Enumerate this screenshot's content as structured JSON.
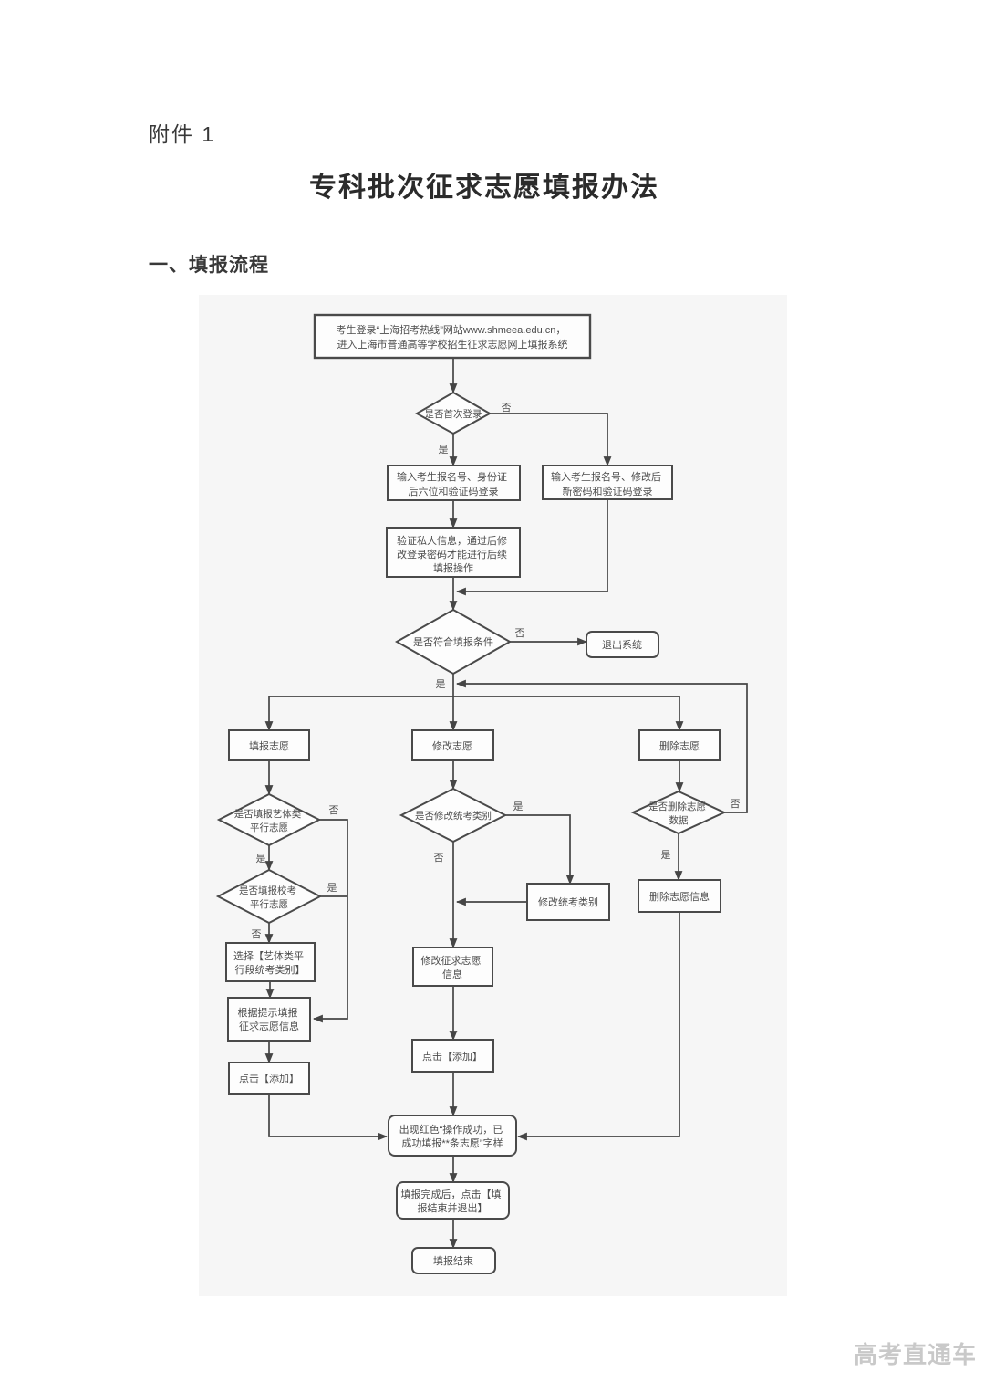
{
  "colors": {
    "page_bg": "#ffffff",
    "panel_bg": "#f6f6f6",
    "line": "#454545",
    "box_border": "#4a4a4a",
    "box_fill": "#fdfdfd",
    "text": "#4c4c4c",
    "heading": "#383838",
    "watermark": "#c9c9c9"
  },
  "page": {
    "attachment_label": "附件 1",
    "title": "专科批次征求志愿填报办法",
    "section_heading": "一、填报流程",
    "watermark": "高考直通车"
  },
  "flowchart": {
    "labels": {
      "yes": "是",
      "no": "否"
    },
    "nodes": {
      "start": {
        "lines": [
          "考生登录“上海招考热线”网站www.shmeea.edu.cn，",
          "进入上海市普通高等学校招生征求志愿网上填报系统"
        ]
      },
      "first_login": {
        "lines": [
          "是否首次登录"
        ]
      },
      "input_first": {
        "lines": [
          "输入考生报名号、身份证",
          "后六位和验证码登录"
        ]
      },
      "input_returning": {
        "lines": [
          "输入考生报名号、修改后",
          "新密码和验证码登录"
        ]
      },
      "verify": {
        "lines": [
          "验证私人信息，通过后修",
          "改登录密码才能进行后续",
          "填报操作"
        ]
      },
      "eligible": {
        "lines": [
          "是否符合填报条件"
        ]
      },
      "exit": {
        "lines": [
          "退出系统"
        ]
      },
      "fill": {
        "lines": [
          "填报志愿"
        ]
      },
      "modify": {
        "lines": [
          "修改志愿"
        ]
      },
      "delete": {
        "lines": [
          "删除志愿"
        ]
      },
      "art_parallel": {
        "lines": [
          "是否填报艺体类",
          "平行志愿"
        ]
      },
      "school_exam": {
        "lines": [
          "是否填报校考",
          "平行志愿"
        ]
      },
      "choose_category": {
        "lines": [
          "选择【艺体类平",
          "行段统考类别】"
        ]
      },
      "fill_by_prompt": {
        "lines": [
          "根据提示填报",
          "征求志愿信息"
        ]
      },
      "click_add_left": {
        "lines": [
          "点击【添加】"
        ]
      },
      "modify_exam": {
        "lines": [
          "是否修改统考类别"
        ]
      },
      "modify_exam_category": {
        "lines": [
          "修改统考类别"
        ]
      },
      "modify_info": {
        "lines": [
          "修改征求志愿",
          "信息"
        ]
      },
      "click_add_mid": {
        "lines": [
          "点击【添加】"
        ]
      },
      "delete_confirm": {
        "lines": [
          "是否删除志愿",
          "数据"
        ]
      },
      "delete_info": {
        "lines": [
          "删除志愿信息"
        ]
      },
      "success": {
        "lines": [
          "出现红色“操作成功，已",
          "成功填报**条志愿”字样"
        ]
      },
      "finish": {
        "lines": [
          "填报完成后，点击【填",
          "报结束并退出】"
        ]
      },
      "end": {
        "lines": [
          "填报结束"
        ]
      }
    }
  }
}
